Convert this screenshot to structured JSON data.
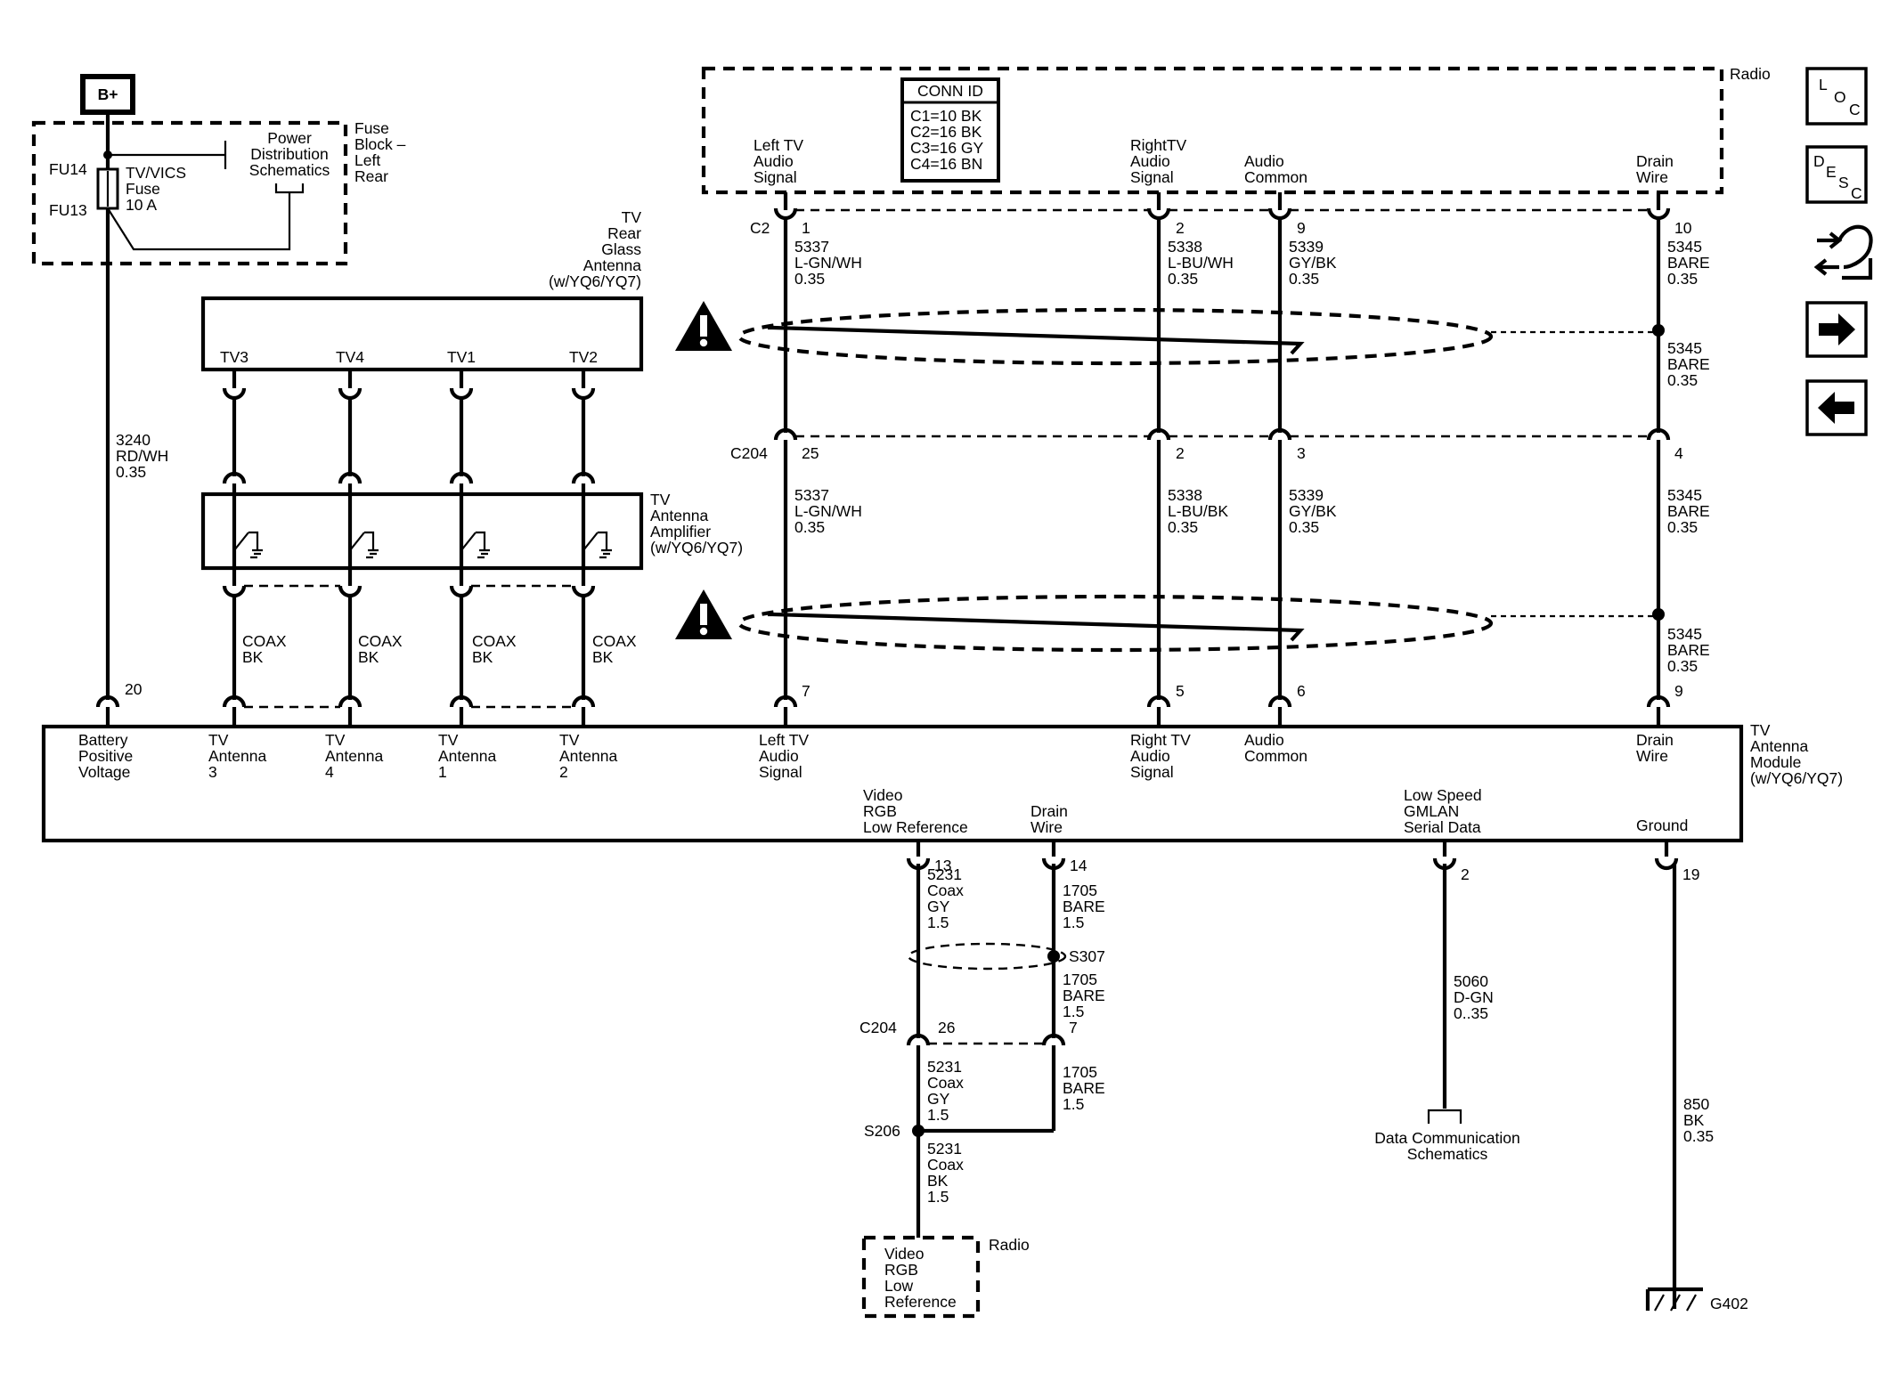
{
  "bplus": "B+",
  "fuse_block": {
    "name": [
      "Fuse",
      "Block –",
      "Left",
      "Rear"
    ],
    "fu14": "FU14",
    "fu13": "FU13",
    "fuse_label": [
      "TV/VICS",
      "Fuse",
      "10 A"
    ],
    "pd_label": [
      "Power",
      "Distribution",
      "Schematics"
    ]
  },
  "battery_wire": {
    "circuit": "3240",
    "color": "RD/WH",
    "size": "0.35"
  },
  "rear_glass_antenna": {
    "name": [
      "TV",
      "Rear",
      "Glass",
      "Antenna",
      "(w/YQ6/YQ7)"
    ],
    "terminals": [
      "TV3",
      "TV4",
      "TV1",
      "TV2"
    ]
  },
  "antenna_amplifier": {
    "name": [
      "TV",
      "Antenna",
      "Amplifier",
      "(w/YQ6/YQ7)"
    ]
  },
  "coax": [
    {
      "type": "COAX",
      "color": "BK"
    },
    {
      "type": "COAX",
      "color": "BK"
    },
    {
      "type": "COAX",
      "color": "BK"
    },
    {
      "type": "COAX",
      "color": "BK"
    }
  ],
  "radio": {
    "name": "Radio",
    "conn_id": {
      "title": "CONN ID",
      "rows": [
        "C1=10 BK",
        "C2=16 BK",
        "C3=16 GY",
        "C4=16 BN"
      ]
    },
    "pins": [
      [
        "Left TV",
        "Audio",
        "Signal"
      ],
      [
        "RightTV",
        "Audio",
        "Signal"
      ],
      [
        "Audio",
        "Common"
      ],
      [
        "Drain",
        "Wire"
      ]
    ]
  },
  "connector_c2": {
    "name": "C2",
    "pins": [
      "1",
      "2",
      "9",
      "10"
    ]
  },
  "wires_upper": [
    {
      "circuit": "5337",
      "color": "L-GN/WH",
      "size": "0.35"
    },
    {
      "circuit": "5338",
      "color": "L-BU/WH",
      "size": "0.35"
    },
    {
      "circuit": "5339",
      "color": "GY/BK",
      "size": "0.35"
    },
    {
      "circuit": "5345",
      "color": "BARE",
      "size": "0.35"
    }
  ],
  "drain_upper_2": {
    "circuit": "5345",
    "color": "BARE",
    "size": "0.35"
  },
  "connector_c204": {
    "name": "C204",
    "pins": [
      "25",
      "2",
      "3",
      "4"
    ]
  },
  "wires_mid": [
    {
      "circuit": "5337",
      "color": "L-GN/WH",
      "size": "0.35"
    },
    {
      "circuit": "5338",
      "color": "L-BU/BK",
      "size": "0.35"
    },
    {
      "circuit": "5339",
      "color": "GY/BK",
      "size": "0.35"
    },
    {
      "circuit": "5345",
      "color": "BARE",
      "size": "0.35"
    }
  ],
  "drain_mid_2": {
    "circuit": "5345",
    "color": "BARE",
    "size": "0.35"
  },
  "module": {
    "name": [
      "TV",
      "Antenna",
      "Module",
      "(w/YQ6/YQ7)"
    ],
    "top_pins": [
      "20",
      "7",
      "5",
      "6",
      "9"
    ],
    "top_labels": [
      [
        "Battery",
        "Positive",
        "Voltage"
      ],
      [
        "TV",
        "Antenna",
        "3"
      ],
      [
        "TV",
        "Antenna",
        "4"
      ],
      [
        "TV",
        "Antenna",
        "1"
      ],
      [
        "TV",
        "Antenna",
        "2"
      ],
      [
        "Left TV",
        "Audio",
        "Signal"
      ],
      [
        "Right TV",
        "Audio",
        "Signal"
      ],
      [
        "Audio",
        "Common"
      ],
      [
        "Drain",
        "Wire"
      ]
    ],
    "bottom_labels": [
      [
        "Video",
        "RGB",
        "Low Reference"
      ],
      [
        "Drain",
        "Wire"
      ],
      [
        "Low Speed",
        "GMLAN",
        "Serial Data"
      ],
      [
        "Ground"
      ]
    ],
    "bottom_pins": [
      "13",
      "14",
      "2",
      "19"
    ]
  },
  "video_wire": {
    "circuit": "5231",
    "type": "Coax",
    "color": "GY",
    "size": "1.5"
  },
  "drain_wire_a": {
    "circuit": "1705",
    "color": "BARE",
    "size": "1.5"
  },
  "drain_wire_b": {
    "circuit": "1705",
    "color": "BARE",
    "size": "1.5"
  },
  "splice_s307": "S307",
  "connector_c204_lower": {
    "name": "C204",
    "pins": [
      "26",
      "7"
    ]
  },
  "video_wire_2": {
    "circuit": "5231",
    "type": "Coax",
    "color": "GY",
    "size": "1.5"
  },
  "drain_wire_c": {
    "circuit": "1705",
    "color": "BARE",
    "size": "1.5"
  },
  "splice_s206": "S206",
  "video_wire_3": {
    "circuit": "5231",
    "type": "Coax",
    "color": "BK",
    "size": "1.5"
  },
  "radio_video": {
    "name": "Radio",
    "label": [
      "Video",
      "RGB",
      "Low",
      "Reference"
    ]
  },
  "gmlan_wire": {
    "circuit": "5060",
    "color": "D-GN",
    "size": "0..35"
  },
  "data_comm": [
    "Data Communication",
    "Schematics"
  ],
  "ground_wire": {
    "circuit": "850",
    "color": "BK",
    "size": "0.35"
  },
  "ground": "G402",
  "nav": {
    "loc": [
      "L",
      "O",
      "C"
    ],
    "desc": [
      "D",
      "E",
      "S",
      "C"
    ],
    "icons": [
      "harness-icon",
      "forward-arrow-icon",
      "back-arrow-icon"
    ]
  }
}
